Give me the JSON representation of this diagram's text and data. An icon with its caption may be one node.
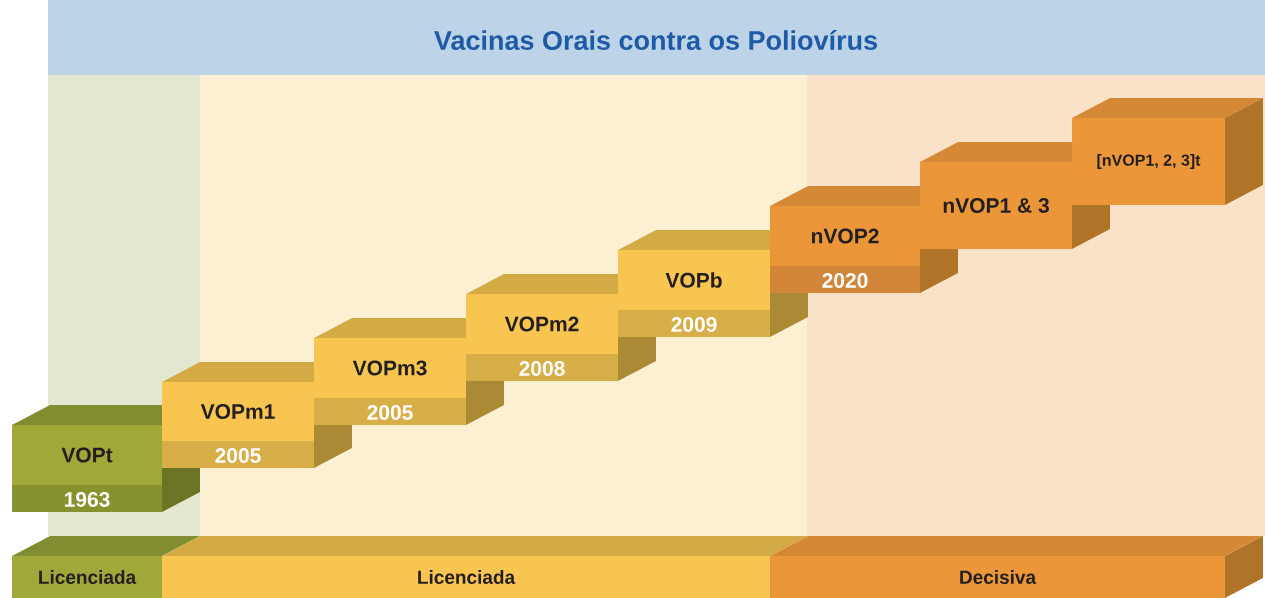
{
  "diagram": {
    "title": "Vacinas Orais contra os Poliovírus",
    "nodes": [
      {
        "text": [
          "VOPt",
          "1963"
        ]
      },
      {
        "text": [
          "VOPm1",
          "2005"
        ]
      },
      {
        "text": [
          "VOPm3",
          "2005"
        ]
      },
      {
        "text": [
          "VOPm2",
          "2008"
        ]
      },
      {
        "text": [
          "VOPb",
          "2009"
        ]
      },
      {
        "text": [
          "nVOP2",
          "2020"
        ]
      },
      {
        "text": [
          "nVOP1 & 3"
        ]
      },
      {
        "text": [
          "[nVOP1, 2, 3]t"
        ]
      },
      {
        "text": [
          "Licenciada"
        ]
      },
      {
        "text": [
          "Licenciada"
        ]
      },
      {
        "text": [
          "Decisiva"
        ]
      }
    ],
    "edges": []
  }
}
